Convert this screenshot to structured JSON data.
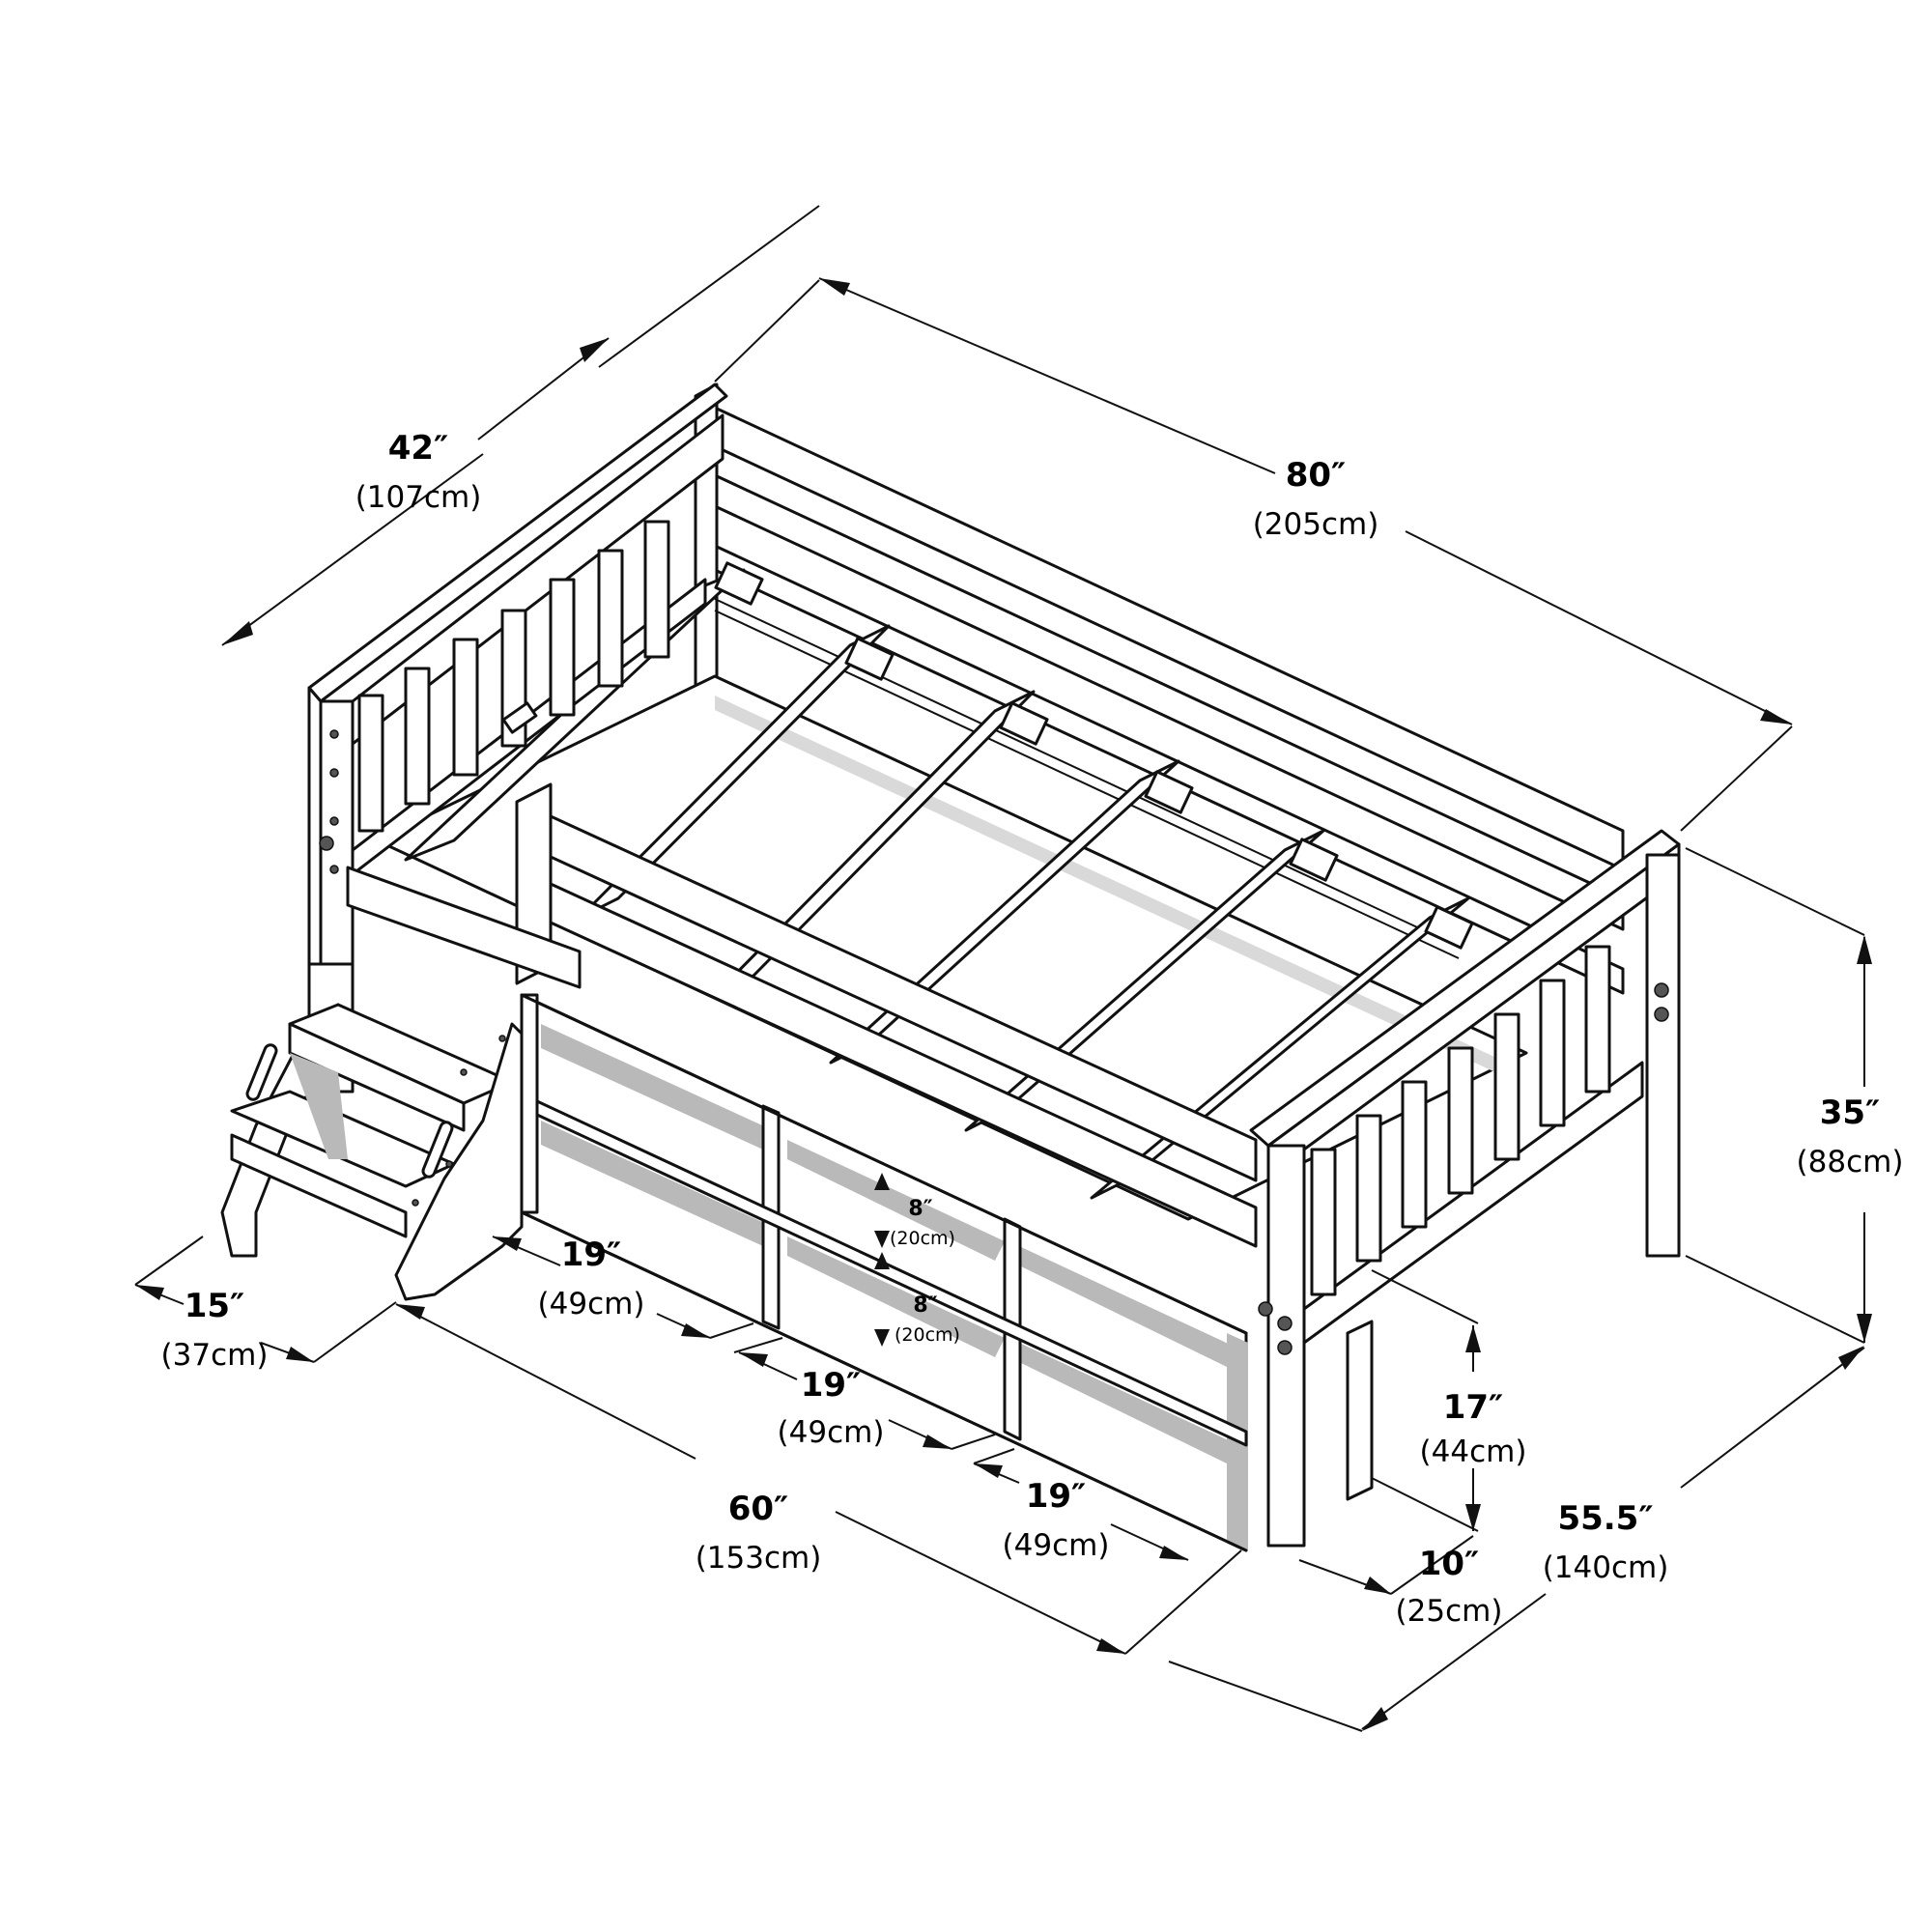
{
  "diagram": {
    "subject": "Low loft bed with stairs and storage cubbies — dimension drawing",
    "background": "#ffffff",
    "line_color": "#111111",
    "shade_color": "#b9b9b9"
  },
  "dimensions": {
    "headboard_width": {
      "in": "42″",
      "cm": "(107cm)"
    },
    "bed_length": {
      "in": "80″",
      "cm": "(205cm)"
    },
    "bed_height": {
      "in": "35″",
      "cm": "(88cm)"
    },
    "overall_width": {
      "in": "55.5″",
      "cm": "(140cm)"
    },
    "stair_depth": {
      "in": "15″",
      "cm": "(37cm)"
    },
    "cubby_width_1": {
      "in": "19″",
      "cm": "(49cm)"
    },
    "cubby_width_2": {
      "in": "19″",
      "cm": "(49cm)"
    },
    "cubby_width_3": {
      "in": "19″",
      "cm": "(49cm)"
    },
    "storage_length": {
      "in": "60″",
      "cm": "(153cm)"
    },
    "cubby_height_upper": {
      "in": "8″",
      "cm": "(20cm)"
    },
    "cubby_height_lower": {
      "in": "8″",
      "cm": "(20cm)"
    },
    "under_bed_clearance": {
      "in": "17″",
      "cm": "(44cm)"
    },
    "storage_depth": {
      "in": "10″",
      "cm": "(25cm)"
    }
  }
}
